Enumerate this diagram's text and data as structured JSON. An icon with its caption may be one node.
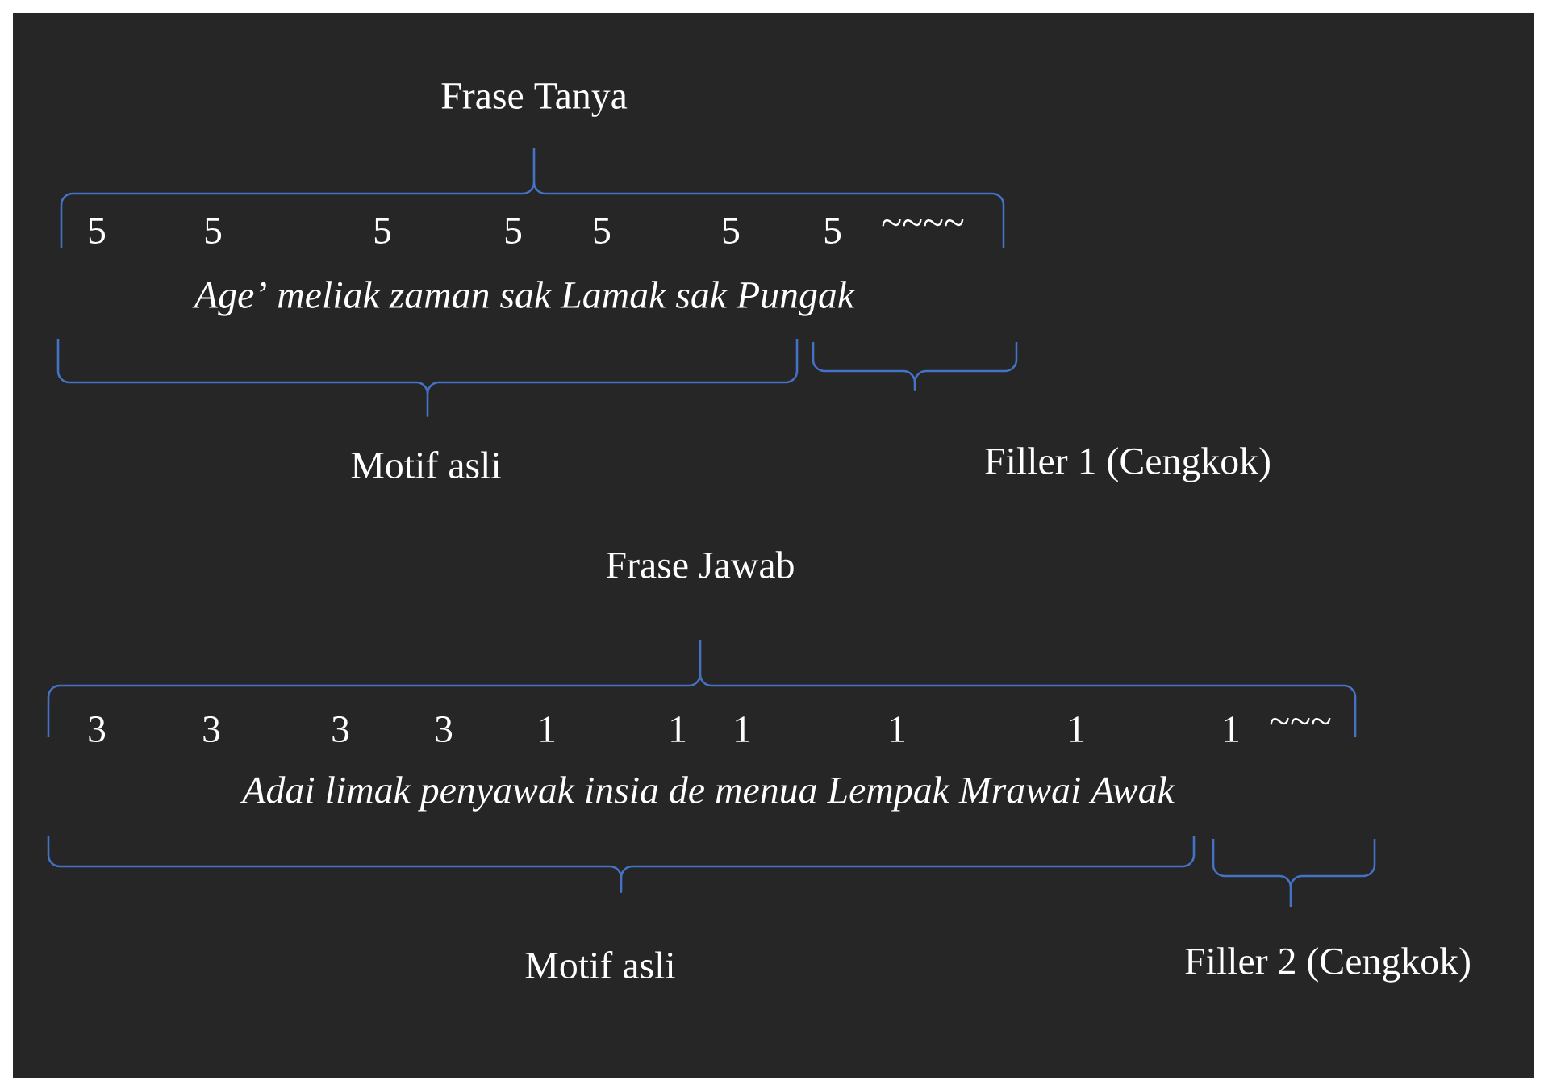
{
  "diagram": {
    "labels": [
      "Frase Tanya",
      "5",
      "5",
      "5",
      "5",
      "5",
      "5",
      "5",
      "~~~~",
      "Age’ meliak zaman sak Lamak sak Pungak",
      "Motif asli",
      "Filler 1 (Cengkok)",
      "Frase Jawab",
      "3",
      "3",
      "3",
      "3",
      "1",
      "1",
      "1",
      "1",
      "1",
      "1",
      "~~~",
      "Adai limak penyawak insia de menua Lempak Mrawai Awak",
      "Motif asli",
      "Filler 2 (Cengkok)"
    ]
  }
}
